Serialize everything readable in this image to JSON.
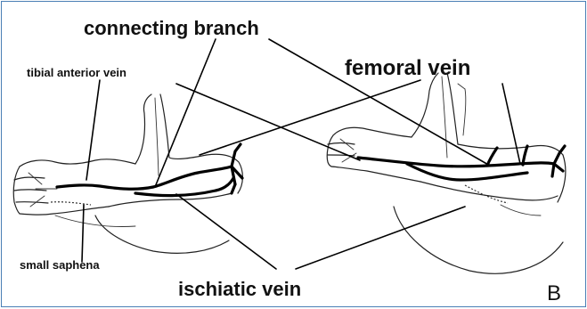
{
  "labels": {
    "connecting_branch": "connecting branch",
    "femoral_vein": "femoral vein",
    "tibial_anterior_vein": "tibial anterior vein",
    "small_saphena": "small saphena",
    "ischiatic_vein": "ischiatic vein",
    "panel_letter": "B"
  },
  "colors": {
    "border": "#4a7fb5",
    "ink": "#000000"
  }
}
